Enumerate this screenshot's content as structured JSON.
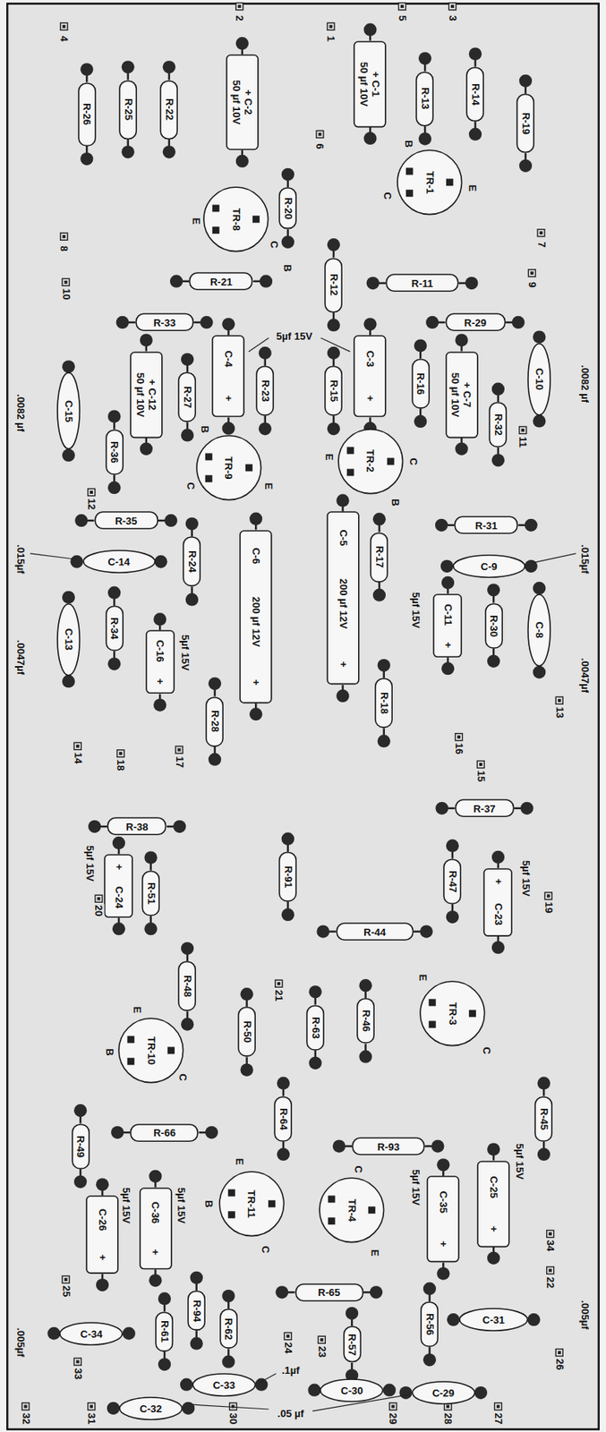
{
  "diagram": {
    "nodes": [
      {
        "text": [
          "R-26"
        ]
      },
      {
        "text": [
          "R-25"
        ]
      },
      {
        "text": [
          "R-22"
        ]
      },
      {
        "text": [
          "+ C-2",
          "50 µf 10V"
        ]
      },
      {
        "text": [
          "+ C-1",
          "50 µf 10V"
        ]
      },
      {
        "text": [
          "R-13"
        ]
      },
      {
        "text": [
          "R-14"
        ]
      },
      {
        "text": [
          "R-19"
        ]
      },
      {
        "text": [
          "TR-8"
        ]
      },
      {
        "text": [
          "R-20"
        ]
      },
      {
        "text": [
          "TR-1"
        ]
      },
      {
        "text": [
          "R-21"
        ]
      },
      {
        "text": [
          "R-12"
        ]
      },
      {
        "text": [
          "R-11"
        ]
      },
      {
        "text": [
          "R-33"
        ]
      },
      {
        "text": [
          "R-29"
        ]
      },
      {
        "text": [
          "C-15"
        ]
      },
      {
        "text": [
          "C-10"
        ]
      },
      {
        "text": [
          "+ C-12",
          "50 µf 10V"
        ]
      },
      {
        "text": [
          "R-27"
        ]
      },
      {
        "text": [
          "C-4",
          "+"
        ]
      },
      {
        "text": [
          "R-23"
        ]
      },
      {
        "text": [
          "R-15"
        ]
      },
      {
        "text": [
          "C-3",
          "+"
        ]
      },
      {
        "text": [
          "R-16"
        ]
      },
      {
        "text": [
          "+ C-7",
          "50 µf 10V"
        ]
      },
      {
        "text": [
          "R-32"
        ]
      },
      {
        "text": [
          "R-36"
        ]
      },
      {
        "text": [
          "TR-9"
        ]
      },
      {
        "text": [
          "TR-2"
        ]
      },
      {
        "text": [
          "R-35"
        ]
      },
      {
        "text": [
          "R-31"
        ]
      },
      {
        "text": [
          "C-14"
        ]
      },
      {
        "text": [
          "C-9"
        ]
      },
      {
        "text": [
          "R-24"
        ]
      },
      {
        "text": [
          "R-17"
        ]
      },
      {
        "text": [
          "C-6",
          "200 µf 12V",
          "+"
        ]
      },
      {
        "text": [
          "C-5",
          "200 µf 12V",
          "+"
        ]
      },
      {
        "text": [
          "C-13"
        ]
      },
      {
        "text": [
          "C-8"
        ]
      },
      {
        "text": [
          "R-34"
        ]
      },
      {
        "text": [
          "R-30"
        ]
      },
      {
        "text": [
          "C-16",
          "+"
        ]
      },
      {
        "text": [
          "C-11",
          "+"
        ]
      },
      {
        "text": [
          "R-28"
        ]
      },
      {
        "text": [
          "R-18"
        ]
      },
      {
        "text": [
          "R-37"
        ]
      },
      {
        "text": [
          "R-38"
        ]
      },
      {
        "text": [
          "R-91"
        ]
      },
      {
        "text": [
          "+",
          "C-24"
        ]
      },
      {
        "text": [
          "R-51"
        ]
      },
      {
        "text": [
          "R-47"
        ]
      },
      {
        "text": [
          "+",
          "C-23"
        ]
      },
      {
        "text": [
          "R-44"
        ]
      },
      {
        "text": [
          "R-48"
        ]
      },
      {
        "text": [
          "R-50"
        ]
      },
      {
        "text": [
          "R-63"
        ]
      },
      {
        "text": [
          "R-46"
        ]
      },
      {
        "text": [
          "TR-3"
        ]
      },
      {
        "text": [
          "TR-10"
        ]
      },
      {
        "text": [
          "R-45"
        ]
      },
      {
        "text": [
          "R-66"
        ]
      },
      {
        "text": [
          "R-64"
        ]
      },
      {
        "text": [
          "R-93"
        ]
      },
      {
        "text": [
          "R-49"
        ]
      },
      {
        "text": [
          "TR-11"
        ]
      },
      {
        "text": [
          "TR-4"
        ]
      },
      {
        "text": [
          "C-25",
          "+"
        ]
      },
      {
        "text": [
          "C-35",
          "+"
        ]
      },
      {
        "text": [
          "C-26",
          "+"
        ]
      },
      {
        "text": [
          "C-36",
          "+"
        ]
      },
      {
        "text": [
          "R-65"
        ]
      },
      {
        "text": [
          "R-94"
        ]
      },
      {
        "text": [
          "R-56"
        ]
      },
      {
        "text": [
          "R-61"
        ]
      },
      {
        "text": [
          "R-62"
        ]
      },
      {
        "text": [
          "R-57"
        ]
      },
      {
        "text": [
          "C-31"
        ]
      },
      {
        "text": [
          "C-34"
        ]
      },
      {
        "text": [
          "C-33"
        ]
      },
      {
        "text": [
          "C-30"
        ]
      },
      {
        "text": [
          "C-32"
        ]
      },
      {
        "text": [
          "C-29"
        ]
      }
    ],
    "labels": [
      "4",
      "2",
      "1",
      "5",
      "3",
      "6",
      "7",
      "8",
      "9",
      "10",
      "11",
      "12",
      "13",
      "14",
      "18",
      "17",
      "16",
      "15",
      "20",
      "19",
      "21",
      "34",
      "22",
      "25",
      "33",
      "24",
      "23",
      "26",
      "32",
      "31",
      "30",
      "29",
      "28",
      "27",
      ".0082 µf",
      ".0082 µf",
      ".015µf",
      ".0047µf",
      ".015µf",
      ".0047µf",
      "5µf 15V",
      "5µf 15V",
      "5µf 15V",
      "5µf 15V",
      "5µf 15V",
      "5µf 15V",
      "5µf 15V",
      "5µf 15V",
      "5µf 15V",
      ".005µf",
      ".005µf",
      ".1µf",
      ".05 µf",
      "B",
      "C",
      "E",
      "E",
      "C",
      "B",
      "B",
      "C",
      "E",
      "E",
      "B",
      "C",
      "E",
      "C",
      "E",
      "B",
      "C",
      "E",
      "B",
      "C",
      "C",
      "E"
    ]
  }
}
